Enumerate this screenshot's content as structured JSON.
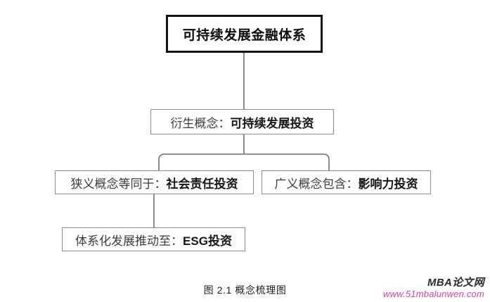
{
  "figure": {
    "caption": "图 2.1  概念梳理图",
    "background_color": "#ffffff",
    "connector_color": "#6e6e6e"
  },
  "nodes": {
    "root": {
      "name": "sustainable-finance-system",
      "prefix": "",
      "emphasis": "可持续发展金融体系",
      "border_color": "#111111",
      "border_width": "3px",
      "emphasis_bold": true
    },
    "derived": {
      "name": "derived-concept",
      "prefix": "衍生概念：",
      "emphasis": "可持续发展投资",
      "border_color": "#8c8c8c",
      "border_width": "1.4px",
      "emphasis_bold": true
    },
    "narrow": {
      "name": "narrow-concept",
      "prefix": "狭义概念等同于：",
      "emphasis": "社会责任投资",
      "border_color": "#8c8c8c",
      "border_width": "1.4px",
      "emphasis_bold": true
    },
    "broad": {
      "name": "broad-concept",
      "prefix": "广义概念包含：",
      "emphasis": "影响力投资",
      "border_color": "#8c8c8c",
      "border_width": "1.4px",
      "emphasis_bold": true
    },
    "esg": {
      "name": "esg-investment",
      "prefix": "体系化发展推动至：",
      "emphasis": "ESG投资",
      "border_color": "#8c8c8c",
      "border_width": "1.4px",
      "emphasis_bold": true
    }
  },
  "chart_data": {
    "type": "diagram",
    "title": "图 2.1  概念梳理图",
    "layout": "top-down tree",
    "nodes": [
      {
        "id": "root",
        "label": "可持续发展金融体系",
        "level": 0,
        "style": "thick-black-border"
      },
      {
        "id": "derived",
        "label": "衍生概念：可持续发展投资",
        "level": 1,
        "style": "thin-gray-border"
      },
      {
        "id": "narrow",
        "label": "狭义概念等同于：社会责任投资",
        "level": 2,
        "style": "thin-gray-border"
      },
      {
        "id": "broad",
        "label": "广义概念包含：影响力投资",
        "level": 2,
        "style": "thin-gray-border"
      },
      {
        "id": "esg",
        "label": "体系化发展推动至：ESG投资",
        "level": 3,
        "style": "thin-gray-border"
      }
    ],
    "edges": [
      {
        "from": "root",
        "to": "derived",
        "style": "straight-vertical"
      },
      {
        "from": "derived",
        "to": "narrow",
        "style": "elbow-rounded"
      },
      {
        "from": "derived",
        "to": "broad",
        "style": "elbow-rounded"
      },
      {
        "from": "narrow",
        "to": "esg",
        "style": "straight-vertical"
      }
    ]
  },
  "watermark": {
    "brand": "MBA论文网",
    "url": "www.51mbalunwen.com",
    "brand_color": "#2a2a2a",
    "url_color": "#e0409a"
  }
}
